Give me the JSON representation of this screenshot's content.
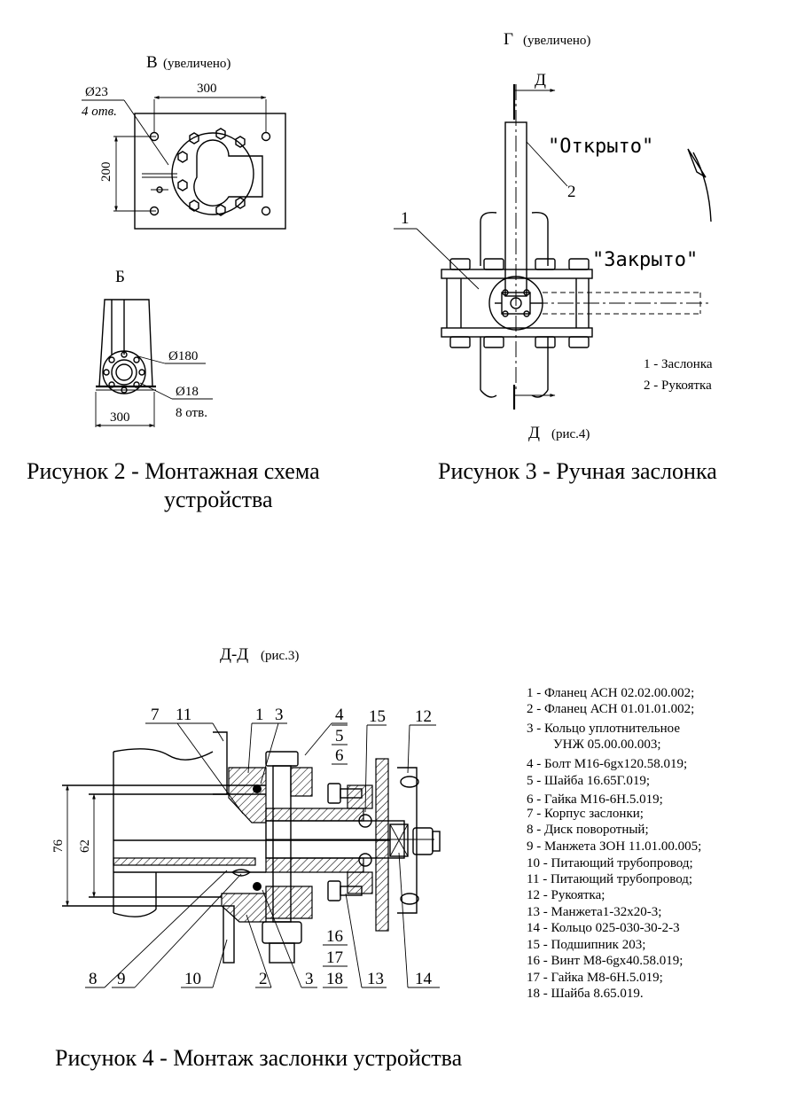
{
  "fig2": {
    "view_v_title": "В",
    "view_v_note": "(увеличено)",
    "dim_300_top": "300",
    "dim_200": "200",
    "hole_dia": "Ø23",
    "hole_count": "4 отв.",
    "view_b_title": "Б",
    "dim_180": "Ø180",
    "dim_18": "Ø18",
    "holes_8": "8 отв.",
    "dim_300_bottom": "300",
    "caption_line1": "Рисунок 2 - Монтажная схема",
    "caption_line2": "устройства"
  },
  "fig3": {
    "view_g_title": "Г",
    "view_g_note": "(увеличено)",
    "section_d_top": "Д",
    "section_d_bottom": "Д",
    "section_d_ref": "(рис.4)",
    "open_label": "\"Открыто\"",
    "closed_label": "\"Закрыто\"",
    "callout_1": "1",
    "callout_2": "2",
    "legend": [
      "1 - Заслонка",
      "2 - Рукоятка"
    ],
    "caption": "Рисунок 3 - Ручная заслонка"
  },
  "fig4": {
    "section_title": "Д-Д",
    "section_ref": "(рис.3)",
    "dim_76": "76",
    "dim_62": "62",
    "callouts_top": [
      "7",
      "11",
      "1",
      "3",
      "4",
      "5",
      "6",
      "15",
      "12"
    ],
    "callouts_bottom": [
      "8",
      "9",
      "10",
      "2",
      "3",
      "16",
      "17",
      "18",
      "13",
      "14"
    ],
    "parts": [
      "1 - Фланец АСН 02.02.00.002;",
      "2 - Фланец АСН 01.01.01.002;",
      "3 - Кольцо уплотнительное",
      "УНЖ 05.00.00.003;",
      "4 - Болт М16-6gх120.58.019;",
      "5 - Шайба 16.65Г.019;",
      "6 - Гайка М16-6Н.5.019;",
      "7 - Корпус заслонки;",
      "8 - Диск поворотный;",
      "9 - Манжета ЗОН 11.01.00.005;",
      "10 - Питающий трубопровод;",
      "11 - Питающий трубопровод;",
      "12 - Рукоятка;",
      "13 - Манжета1-32х20-3;",
      "14 - Кольцо 025-030-30-2-3",
      "15 - Подшипник 203;",
      "16 - Винт М8-6gх40.58.019;",
      "17 - Гайка М8-6Н.5.019;",
      "18 - Шайба 8.65.019."
    ],
    "caption": "Рисунок 4 - Монтаж  заслонки устройства"
  }
}
